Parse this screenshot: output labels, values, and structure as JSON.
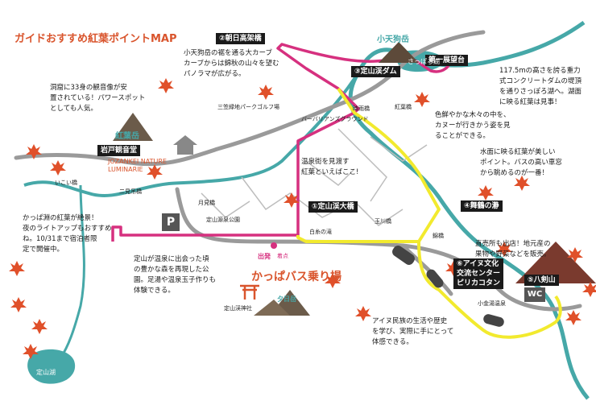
{
  "title": "ガイドおすすめ紅葉ポイントMAP",
  "spots": {
    "asahi": "②朝日高架橋",
    "daiichi": "第一展望台",
    "jozankei_dam": "③定山渓ダム",
    "jozankei_ohashi": "①定山渓大橋",
    "maizuru": "④舞鶴の瀞",
    "ainu_center": "⑥アイヌ文化\n交流センター\nピリカコタン",
    "hakkenzan": "⑤八剣山",
    "iwato": "岩戸観音堂"
  },
  "place_labels": {
    "kotengu": "小天狗岳",
    "sapporoko": "さっぽろ湖",
    "momiji_dake": "紅葉岳",
    "yuhidake": "夕日岳",
    "jozankeiko": "定山湖",
    "jozankei_nature": "JOZANKEI NATURE\nLUMINARIE"
  },
  "road_labels": {
    "sankei": "三笠緑地パークゴルフ場",
    "barbarian": "バーバリアンズグラウンド",
    "tokita": "時雨橋",
    "momijibashi": "紅葉橋",
    "futami": "二見吊橋",
    "tsukimi": "月見橋",
    "gensen_koen": "定山源泉公園",
    "tamagawa": "玉川橋",
    "shiraito": "白糸の滝",
    "kinkawa": "錦橋",
    "koganeyu": "小金湯温泉",
    "jozankei_jinja": "定山渓神社",
    "ikoi": "いこい橋",
    "shuppatsu": "出発",
    "torichaku": "着点"
  },
  "notes": {
    "asahi": "小天狗岳の裾を通る大カーブ\nカーブからは錦秋の山々を望む\nパノラマが広がる。",
    "iwato": "洞窟に33身の観音像が安\n置されている！パワースポット\nとしても人気。",
    "dam": "117.5mの高さを誇る重力\n式コンクリートダムの堤頂\nを通りさっぽろ湖へ。湖面\nに映る紅葉は見事！",
    "canoe": "色鮮やかな木々の中を、\nカヌーが行きかう姿を見\nることができる。",
    "maizuru": "水面に映る紅葉が美しい\nポイント。バスの高い車窓\nから眺めるのが一番！",
    "ohashi": "温泉街を見渡す\n紅葉といえばここ!",
    "kappabuchi": "かっぱ淵の紅葉が絶景！\n夜のライトアップもおすすめ\nね。10/31まで宿泊者限\n定で開催中。",
    "park": "定山が温泉に出会った頃\nの豊かな森を再現した公\n園。足湯や温泉玉子作りも\n体験できる。",
    "hakkenzan": "直売所も出店！地元産の\n果物や野菜などを販売。",
    "ainu": "アイヌ民族の生活や歴史\nを学び、実際に手にとって\n体感できる。"
  },
  "bus_stop": "かっぱバス乗り場",
  "icons": {
    "parking": "P",
    "restroom": "WC"
  },
  "colors": {
    "accent": "#d9542c",
    "river": "#46a8a8",
    "magenta_route": "#d6307f",
    "yellow_route": "#f2ea2e",
    "road": "#9a9a9a",
    "leaf": "#e0502a"
  }
}
